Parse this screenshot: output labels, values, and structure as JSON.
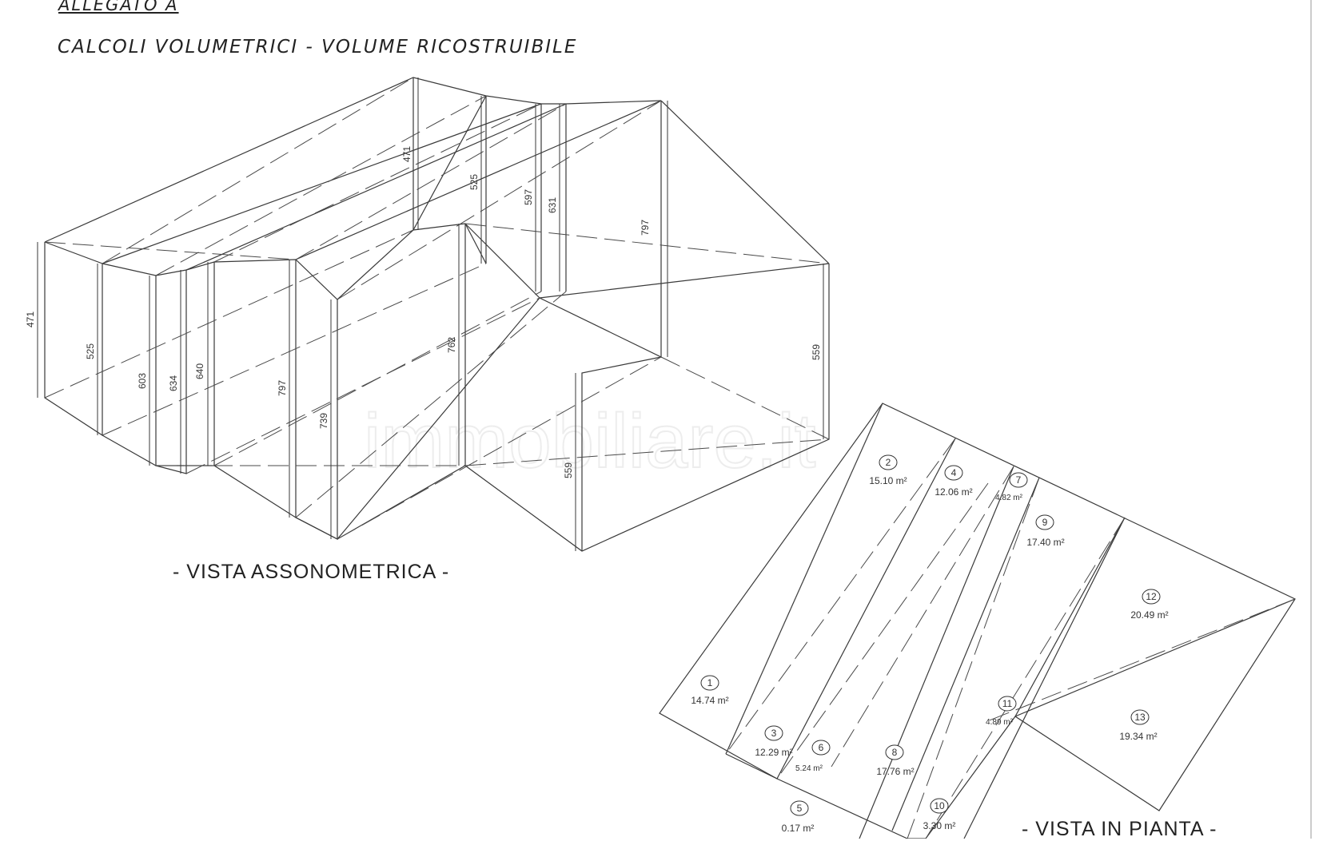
{
  "header": {
    "allegato": "ALLEGATO A",
    "title": "CALCOLI VOLUMETRICI - VOLUME RICOSTRUIBILE"
  },
  "assonometrica": {
    "caption": "- VISTA ASSONOMETRICA -",
    "dimensions": [
      "471",
      "471",
      "525",
      "525",
      "597",
      "631",
      "797",
      "797",
      "603",
      "634",
      "640",
      "739",
      "762",
      "559",
      "559"
    ]
  },
  "pianta": {
    "caption": "- VISTA IN PIANTA -",
    "areas": [
      {
        "n": "1",
        "area": "14.74 m²"
      },
      {
        "n": "2",
        "area": "15.10 m²"
      },
      {
        "n": "3",
        "area": "12.29 m²"
      },
      {
        "n": "4",
        "area": "12.06 m²"
      },
      {
        "n": "5",
        "area": "0.17 m²"
      },
      {
        "n": "6",
        "area": "5.24 m²"
      },
      {
        "n": "7",
        "area": "4.82 m²"
      },
      {
        "n": "8",
        "area": "17.76 m²"
      },
      {
        "n": "9",
        "area": "17.40 m²"
      },
      {
        "n": "10",
        "area": "3.30 m²"
      },
      {
        "n": "11",
        "area": "4.89 m²"
      },
      {
        "n": "12",
        "area": "20.49 m²"
      },
      {
        "n": "13",
        "area": "19.34 m²"
      }
    ]
  },
  "watermark": "immobiliare.it"
}
